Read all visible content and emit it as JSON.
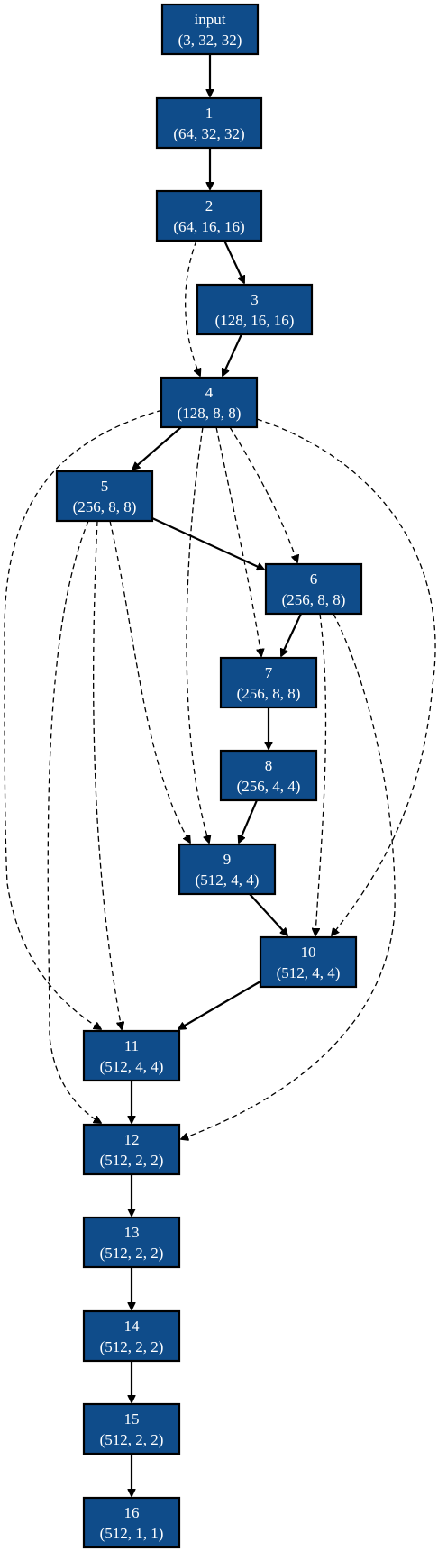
{
  "colors": {
    "node_fill": "#0f4c8a",
    "node_stroke": "#000000",
    "node_text": "#ffffff",
    "edge": "#000000"
  },
  "nodes": [
    {
      "id": "input",
      "label": "input",
      "shape": "(3, 32, 32)"
    },
    {
      "id": "1",
      "label": "1",
      "shape": "(64, 32, 32)"
    },
    {
      "id": "2",
      "label": "2",
      "shape": "(64, 16, 16)"
    },
    {
      "id": "3",
      "label": "3",
      "shape": "(128, 16, 16)"
    },
    {
      "id": "4",
      "label": "4",
      "shape": "(128, 8, 8)"
    },
    {
      "id": "5",
      "label": "5",
      "shape": "(256, 8, 8)"
    },
    {
      "id": "6",
      "label": "6",
      "shape": "(256, 8, 8)"
    },
    {
      "id": "7",
      "label": "7",
      "shape": "(256, 8, 8)"
    },
    {
      "id": "8",
      "label": "8",
      "shape": "(256, 4, 4)"
    },
    {
      "id": "9",
      "label": "9",
      "shape": "(512, 4, 4)"
    },
    {
      "id": "10",
      "label": "10",
      "shape": "(512, 4, 4)"
    },
    {
      "id": "11",
      "label": "11",
      "shape": "(512, 4, 4)"
    },
    {
      "id": "12",
      "label": "12",
      "shape": "(512, 2, 2)"
    },
    {
      "id": "13",
      "label": "13",
      "shape": "(512, 2, 2)"
    },
    {
      "id": "14",
      "label": "14",
      "shape": "(512, 2, 2)"
    },
    {
      "id": "15",
      "label": "15",
      "shape": "(512, 2, 2)"
    },
    {
      "id": "16",
      "label": "16",
      "shape": "(512, 1, 1)"
    }
  ],
  "edges": [
    {
      "from": "input",
      "to": "1",
      "style": "solid"
    },
    {
      "from": "1",
      "to": "2",
      "style": "solid"
    },
    {
      "from": "2",
      "to": "3",
      "style": "solid"
    },
    {
      "from": "2",
      "to": "4",
      "style": "dashed"
    },
    {
      "from": "3",
      "to": "4",
      "style": "solid"
    },
    {
      "from": "4",
      "to": "5",
      "style": "solid"
    },
    {
      "from": "4",
      "to": "6",
      "style": "dashed"
    },
    {
      "from": "4",
      "to": "7",
      "style": "dashed"
    },
    {
      "from": "4",
      "to": "9",
      "style": "dashed"
    },
    {
      "from": "4",
      "to": "10",
      "style": "dashed"
    },
    {
      "from": "4",
      "to": "11",
      "style": "dashed"
    },
    {
      "from": "5",
      "to": "6",
      "style": "solid"
    },
    {
      "from": "5",
      "to": "9",
      "style": "dashed"
    },
    {
      "from": "5",
      "to": "11",
      "style": "dashed"
    },
    {
      "from": "5",
      "to": "12",
      "style": "dashed"
    },
    {
      "from": "6",
      "to": "7",
      "style": "solid"
    },
    {
      "from": "6",
      "to": "10",
      "style": "dashed"
    },
    {
      "from": "6",
      "to": "12",
      "style": "dashed"
    },
    {
      "from": "7",
      "to": "8",
      "style": "solid"
    },
    {
      "from": "8",
      "to": "9",
      "style": "solid"
    },
    {
      "from": "9",
      "to": "10",
      "style": "solid"
    },
    {
      "from": "10",
      "to": "11",
      "style": "solid"
    },
    {
      "from": "11",
      "to": "12",
      "style": "solid"
    },
    {
      "from": "12",
      "to": "13",
      "style": "solid"
    },
    {
      "from": "13",
      "to": "14",
      "style": "solid"
    },
    {
      "from": "14",
      "to": "15",
      "style": "solid"
    },
    {
      "from": "15",
      "to": "16",
      "style": "solid"
    }
  ]
}
